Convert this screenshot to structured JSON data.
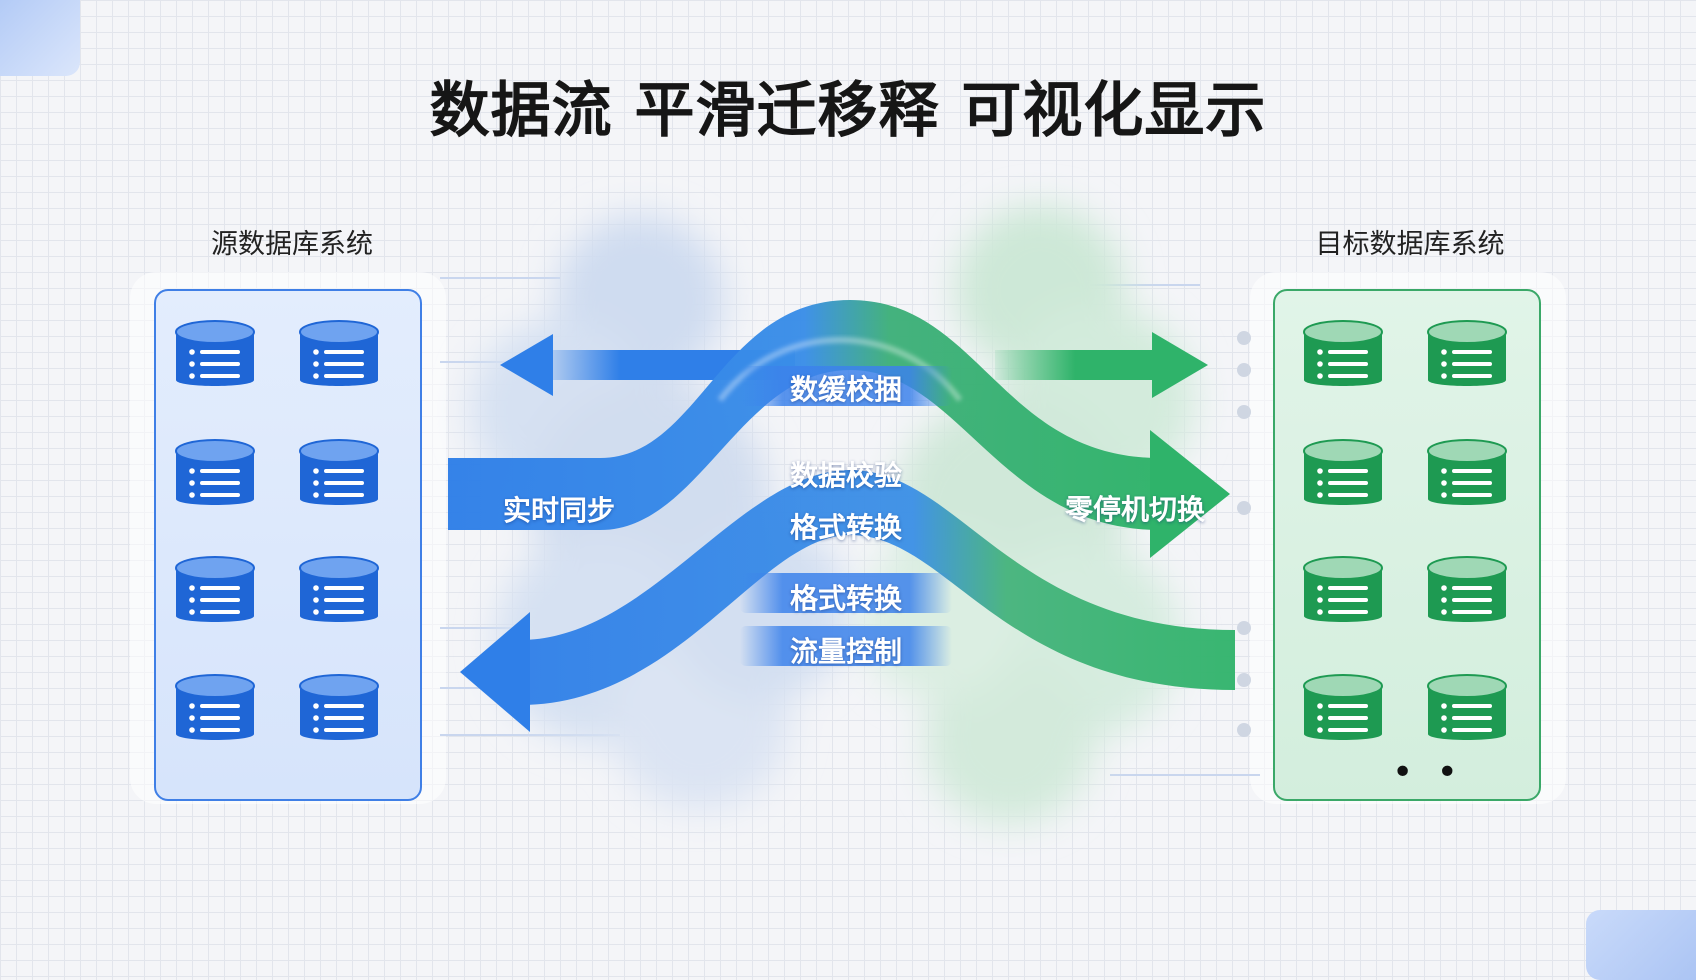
{
  "title": "数据流 平滑迁移释 可视化显示",
  "source": {
    "title": "源数据库系统",
    "db_icons": [
      "database-icon",
      "database-icon",
      "database-icon",
      "database-icon",
      "database-icon",
      "database-icon",
      "database-icon",
      "database-icon"
    ],
    "color": "#1f66d6"
  },
  "target": {
    "title": "目标数据库系统",
    "db_icons": [
      "database-icon",
      "database-icon",
      "database-icon",
      "database-icon",
      "database-icon",
      "database-icon",
      "database-icon",
      "database-icon"
    ],
    "color": "#1e9a52",
    "more": "• •"
  },
  "flow_labels": {
    "realtime_sync": "实时同步",
    "zero_downtime": "零停机切换",
    "data_cache": "数缓校捆",
    "data_check": "数据校验",
    "format_1": "格式转换",
    "format_2": "格式转换",
    "flow_control": "流量控制"
  },
  "colors": {
    "blue": "#2f7fe8",
    "green": "#2fb36a",
    "grid": "#e2e5ec"
  }
}
